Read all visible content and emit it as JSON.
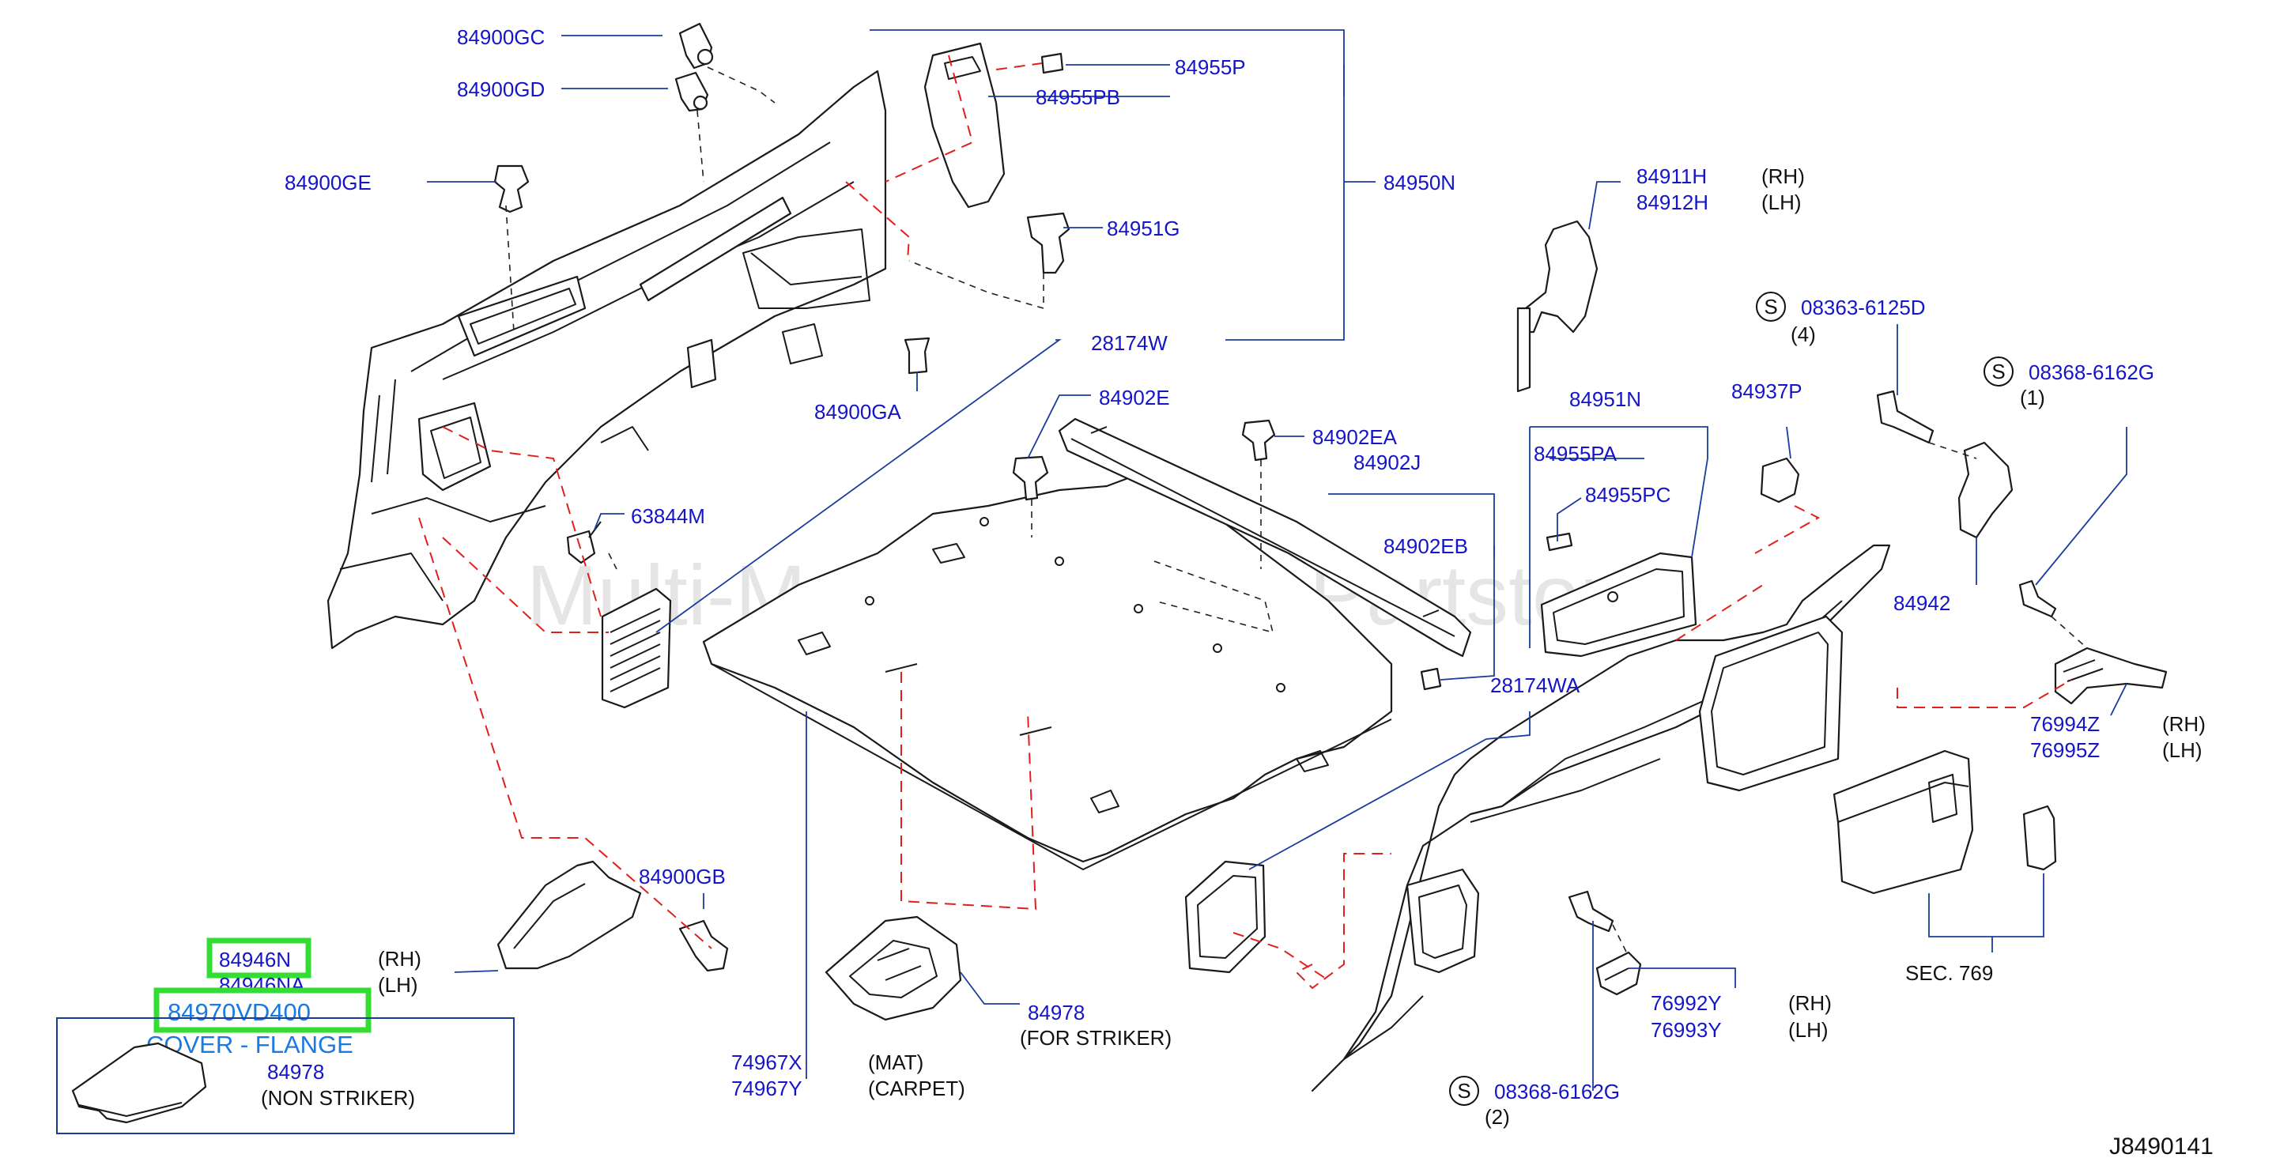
{
  "watermark": "Multi-Merchant Auto Partstore",
  "diagram_id": "J8490141",
  "parts": {
    "p84900GC": "84900GC",
    "p84900GD": "84900GD",
    "p84900GE": "84900GE",
    "p84955P": "84955P",
    "p84955PB": "84955PB",
    "p84950N": "84950N",
    "p84951G": "84951G",
    "p28174W": "28174W",
    "p84900GA": "84900GA",
    "p63844M": "63844M",
    "p84902E": "84902E",
    "p84902EA": "84902EA",
    "p84902J": "84902J",
    "p84902EB": "84902EB",
    "p84911H": "84911H",
    "p84912H": "84912H",
    "p08363_6125D": "08363-6125D",
    "p08368_6162G_top": "08368-6162G",
    "p84951N": "84951N",
    "p84937P": "84937P",
    "p84955PA": "84955PA",
    "p84955PC": "84955PC",
    "p84942": "84942",
    "p28174WA": "28174WA",
    "p76994Z": "76994Z",
    "p76995Z": "76995Z",
    "p84900GB": "84900GB",
    "p84946N": "84946N",
    "p84946NA": "84946NA",
    "p84970VD400": "84970VD400",
    "p84978_non": "84978",
    "p84978_striker": "84978",
    "p74967X": "74967X",
    "p74967Y": "74967Y",
    "p76992Y": "76992Y",
    "p76993Y": "76993Y",
    "p08368_6162G_bottom": "08368-6162G",
    "sec769": "SEC.  769"
  },
  "notes": {
    "rh": "(RH)",
    "lh": "(LH)",
    "qty4": "(4)",
    "qty1": "(1)",
    "qty2": "(2)",
    "mat": "(MAT)",
    "carpet": "(CARPET)",
    "for_striker": "(FOR   STRIKER)",
    "non_striker": "(NON   STRIKER)",
    "cover_flange": "COVER - FLANGE",
    "s_symbol": "S"
  },
  "colors": {
    "part_number": "#1515c8",
    "leader_line": "#1a3c9c",
    "dashed_leader": "#e0201c",
    "highlight": "#33dd33",
    "cover_text": "#1a7ae0"
  }
}
